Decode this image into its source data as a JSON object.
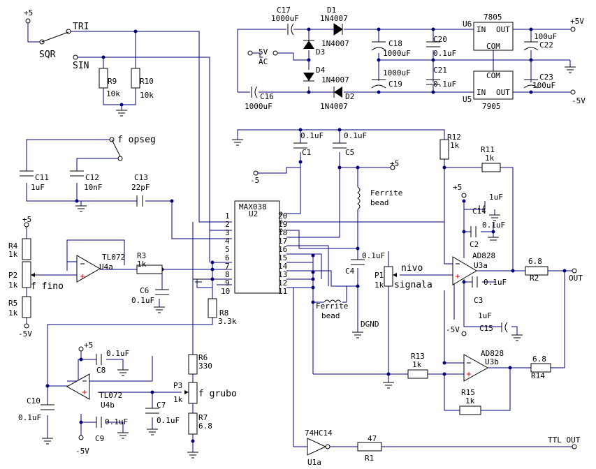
{
  "labels": {
    "v5_top": "+5",
    "tri": "TRI",
    "sqr": "SQR",
    "sin": "SIN",
    "r9": "R9",
    "r9v": "10k",
    "r10": "R10",
    "r10v": "10k",
    "f_opseg": "f opseg",
    "c11": "C11",
    "c11v": "1uF",
    "c12": "C12",
    "c12v": "10nF",
    "c13": "C13",
    "c13v": "22pF",
    "p5_left": "+5",
    "r4": "R4",
    "r4v": "1k",
    "p2": "P2",
    "p2v": "1k",
    "f_fino": "f fino",
    "r5": "R5",
    "r5v": "1k",
    "m5_left": "-5V",
    "u4a": "U4a",
    "tl072a": "TL072",
    "r3": "R3",
    "r3v": "1k",
    "c6": "C6",
    "c6v": "0.1uF",
    "r8": "R8",
    "r8v": "3.3k",
    "c10": "C10",
    "c10v": "0.1uF",
    "p5_u4b": "+5",
    "c8": "C8",
    "c8v": "0.1uF",
    "u4b": "U4b",
    "tl072b": "TL072",
    "c9": "C9",
    "c9v": "0.1uF",
    "m5_u4b": "-5V",
    "r6": "R6",
    "r6v": "330",
    "p3": "P3",
    "p3v": "1k",
    "f_grubo": "f grubo",
    "c7": "C7",
    "c7v": "0.1uF",
    "r7": "R7",
    "r7v": "6.8",
    "c17": "C17",
    "c17v": "1000uF",
    "d1": "D1",
    "d1v": "1N4007",
    "d3": "D3",
    "d3v": "1N4007",
    "ac5v": "5V",
    "ac": "AC",
    "d4": "D4",
    "d4v": "1N4007",
    "c16": "C16",
    "c16v": "1000uF",
    "d2": "D2",
    "d2v": "1N4007",
    "c18": "C18",
    "c18v": "1000uF",
    "c19": "C19",
    "c19v": "1000uF",
    "c20": "C20",
    "c20v": "0.1uF",
    "c21": "C21",
    "c21v": "0.1uF",
    "u6": "U6",
    "u6_in": "IN",
    "u6_out": "OUT",
    "u6_com": "COM",
    "u6_part": "7805",
    "u5": "U5",
    "u5_in": "IN",
    "u5_out": "OUT",
    "u5_com": "COM",
    "u5_part": "7905",
    "c22": "C22",
    "c22v": "100uF",
    "c23": "C23",
    "c23v": "100uF",
    "out_p5": "+5V",
    "out_m5": "-5V",
    "c1": "C1",
    "c1v": "0.1uF",
    "c5": "C5",
    "c5v": "0.1uF",
    "m5_mid": "-5",
    "p5_mid": "+5",
    "ferrite1": "Ferrite",
    "ferrite1b": "bead",
    "c4": "C4",
    "c4v": "0.1uF",
    "p1": "P1",
    "p1v": "1k",
    "nivo": "nivo",
    "signala": "signala",
    "ferrite2": "Ferrite",
    "ferrite2b": "bead",
    "dgnd": "DGND",
    "max038": "MAX038",
    "u2": "U2",
    "pins_left": [
      "1",
      "2",
      "3",
      "4",
      "5",
      "6",
      "7",
      "8",
      "9",
      "10"
    ],
    "pins_right": [
      "20",
      "19",
      "18",
      "17",
      "16",
      "15",
      "14",
      "13",
      "12",
      "11"
    ],
    "r12": "R12",
    "r12v": "1k",
    "r11": "R11",
    "r11v": "1k",
    "p5_u3": "+5",
    "c14": "C14",
    "c14v": "1uF",
    "c2": "C2",
    "c2v": "0.1uF",
    "ad828a": "AD828",
    "u3a": "U3a",
    "c3": "C3",
    "c3v": "0.1uF",
    "m5_u3": "-5V",
    "c15": "C15",
    "c15v": "1uF",
    "r2": "R2",
    "r2v": "6.8",
    "out": "OUT",
    "r13": "R13",
    "r13v": "1k",
    "ad828b": "AD828",
    "u3b": "U3b",
    "r14": "R14",
    "r14v": "6.8",
    "r15": "R15",
    "r15v": "1k",
    "hc14": "74HC14",
    "u1a": "U1a",
    "r1": "R1",
    "r1v": "47",
    "ttl_out": "TTL OUT"
  }
}
